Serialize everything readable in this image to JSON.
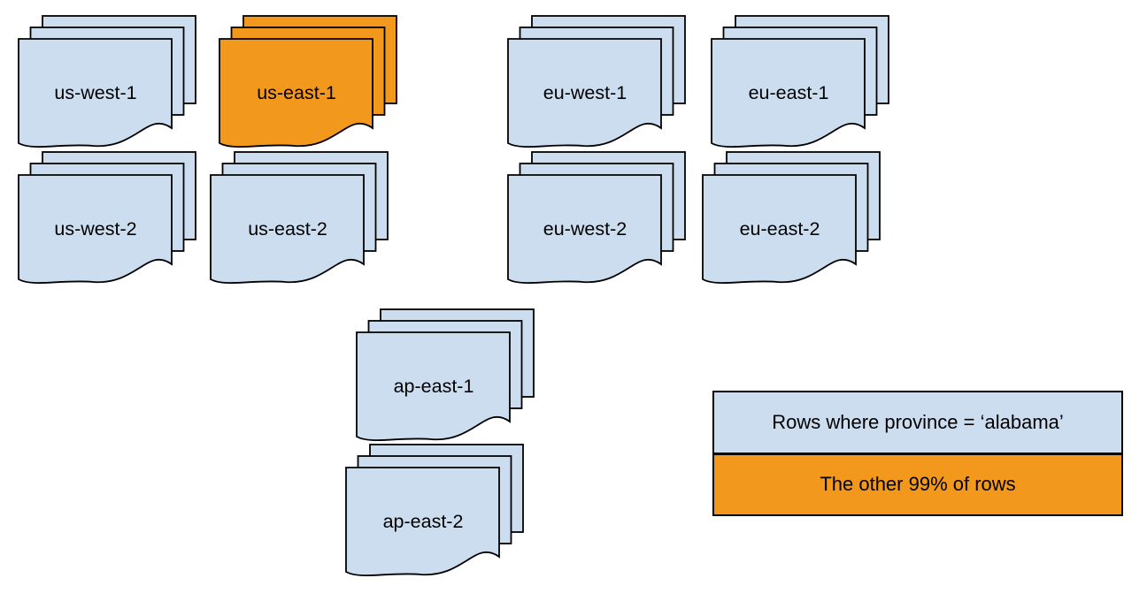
{
  "colors": {
    "region_default": "#cdddf0",
    "highlight": "#f2981c",
    "stroke": "#000000",
    "background": "#ffffff",
    "text": "#000000"
  },
  "stacks": [
    {
      "label": "us-west-1",
      "variant": "default"
    },
    {
      "label": "us-east-1",
      "variant": "highlight"
    },
    {
      "label": "eu-west-1",
      "variant": "default"
    },
    {
      "label": "eu-east-1",
      "variant": "default"
    },
    {
      "label": "us-west-2",
      "variant": "default"
    },
    {
      "label": "us-east-2",
      "variant": "default"
    },
    {
      "label": "eu-west-2",
      "variant": "default"
    },
    {
      "label": "eu-east-2",
      "variant": "default"
    },
    {
      "label": "ap-east-1",
      "variant": "default"
    },
    {
      "label": "ap-east-2",
      "variant": "default"
    }
  ],
  "legend": {
    "rows": [
      {
        "label": "Rows where province = ‘alabama’",
        "variant": "default"
      },
      {
        "label": "The other 99% of rows",
        "variant": "highlight"
      }
    ]
  }
}
